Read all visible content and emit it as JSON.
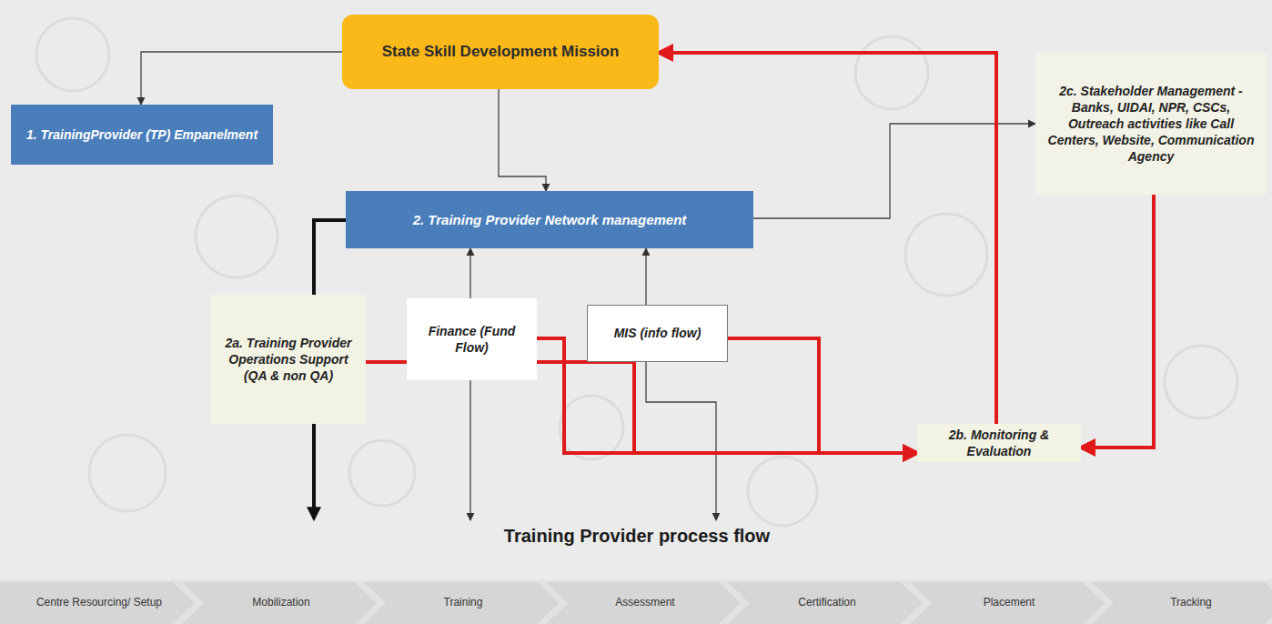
{
  "diagram": {
    "nodes": [
      {
        "text": [
          "State Skill Development Mission"
        ]
      },
      {
        "text": [
          "1. TrainingProvider (TP) Empanelment"
        ]
      },
      {
        "text": [
          "2. Training Provider Network management"
        ]
      },
      {
        "text": [
          "2c. Stakeholder Management - Banks, UIDAI, NPR, CSCs, Outreach activities like Call Centers, Website, Communication Agency"
        ]
      },
      {
        "text": [
          "2a. Training Provider Operations Support (QA & non QA)"
        ]
      },
      {
        "text": [
          "Finance (Fund Flow)"
        ]
      },
      {
        "text": [
          "MIS (info flow)"
        ]
      },
      {
        "text": [
          "2b. Monitoring & Evaluation"
        ]
      },
      {
        "text": [
          "Centre Resourcing/ Setup"
        ]
      },
      {
        "text": [
          "Mobilization"
        ]
      },
      {
        "text": [
          "Training"
        ]
      },
      {
        "text": [
          "Assessment"
        ]
      },
      {
        "text": [
          "Certification"
        ]
      },
      {
        "text": [
          "Placement"
        ]
      },
      {
        "text": [
          "Tracking"
        ]
      }
    ],
    "edges": [
      {
        "from": 0,
        "to": 1,
        "arrow": "to"
      },
      {
        "from": 0,
        "to": 2,
        "arrow": "to"
      },
      {
        "from": 2,
        "to": 3,
        "arrow": "to"
      },
      {
        "from": 3,
        "to": 7,
        "arrow": "to"
      },
      {
        "from": 7,
        "to": 0,
        "arrow": "to"
      },
      {
        "from": 4,
        "to": 5,
        "arrow": "none"
      },
      {
        "from": 5,
        "to": 7,
        "arrow": "to"
      },
      {
        "from": 6,
        "to": 7,
        "arrow": "to"
      },
      {
        "from": 5,
        "to": 2,
        "arrow": "to"
      },
      {
        "from": 6,
        "to": 2,
        "arrow": "to"
      }
    ],
    "labels": [
      "Training Provider process flow"
    ]
  }
}
